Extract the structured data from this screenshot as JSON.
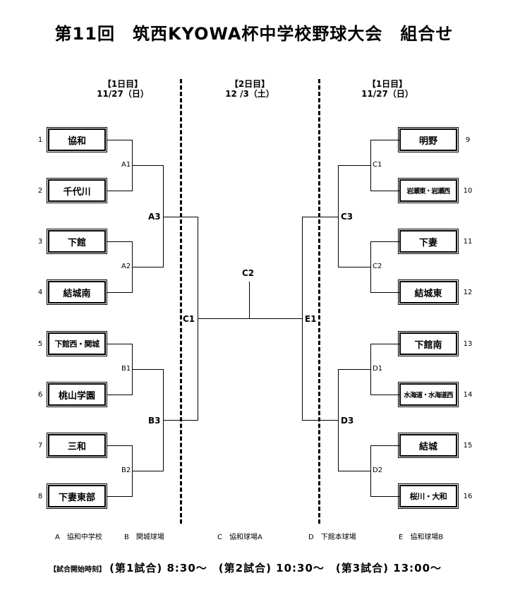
{
  "title": "第11回　筑西KYOWA杯中学校野球大会　組合せ",
  "days": {
    "left": {
      "day": "【1日目】",
      "date": "11/27（日）"
    },
    "center": {
      "day": "【2日目】",
      "date": "12 /3（土）"
    },
    "right": {
      "day": "【1日目】",
      "date": "11/27（日）"
    }
  },
  "teams": [
    {
      "seed": "1",
      "name": "協和"
    },
    {
      "seed": "2",
      "name": "千代川"
    },
    {
      "seed": "3",
      "name": "下館"
    },
    {
      "seed": "4",
      "name": "結城南"
    },
    {
      "seed": "5",
      "name": "下館西・関城"
    },
    {
      "seed": "6",
      "name": "桃山学園"
    },
    {
      "seed": "7",
      "name": "三和"
    },
    {
      "seed": "8",
      "name": "下妻東部"
    },
    {
      "seed": "9",
      "name": "明野"
    },
    {
      "seed": "10",
      "name": "岩瀬東・岩瀬西"
    },
    {
      "seed": "11",
      "name": "下妻"
    },
    {
      "seed": "12",
      "name": "結城東"
    },
    {
      "seed": "13",
      "name": "下館南"
    },
    {
      "seed": "14",
      "name": "水海道・水海道西"
    },
    {
      "seed": "15",
      "name": "結城"
    },
    {
      "seed": "16",
      "name": "桜川・大和"
    }
  ],
  "matches": {
    "A1": "A1",
    "A2": "A2",
    "B1": "B1",
    "B2": "B2",
    "C1r": "C1",
    "C2r": "C2",
    "D1": "D1",
    "D2": "D2",
    "A3": "A3",
    "B3": "B3",
    "C3": "C3",
    "D3": "D3",
    "C1": "C1",
    "E1": "E1",
    "C2": "C2"
  },
  "legend": [
    "A　協和中学校",
    "B　関城球場",
    "C　協和球場A",
    "D　下館本球場",
    "E　協和球場B"
  ],
  "times": {
    "label": "【試合開始時刻】",
    "text": "(第1試合) 8:30～　(第2試合) 10:30～　(第3試合) 13:00～"
  }
}
